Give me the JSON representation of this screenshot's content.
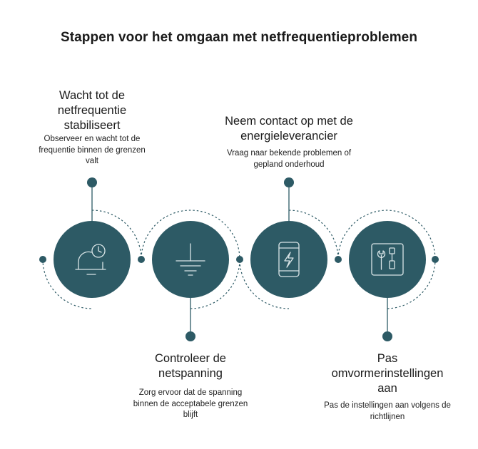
{
  "title": "Stappen voor het omgaan met netfrequentieproblemen",
  "colors": {
    "accent": "#2d5a65",
    "line": "#2d5a65",
    "icon_stroke": "#d9e4e6"
  },
  "steps": [
    {
      "title": "Wacht tot de netfrequentie stabiliseert",
      "description": "Observeer en wacht tot de frequentie binnen de grenzen valt",
      "icon": "bell-clock-icon"
    },
    {
      "title": "Controleer de netspanning",
      "description": "Zorg ervoor dat de spanning binnen de acceptabele grenzen blijft",
      "icon": "ground-icon"
    },
    {
      "title": "Neem contact op met de energieleverancier",
      "description": "Vraag naar bekende problemen of gepland onderhoud",
      "icon": "phone-lightning-icon"
    },
    {
      "title": "Pas omvormerinstellingen aan",
      "description": "Pas de instellingen aan volgens de richtlijnen",
      "icon": "tools-icon"
    }
  ]
}
